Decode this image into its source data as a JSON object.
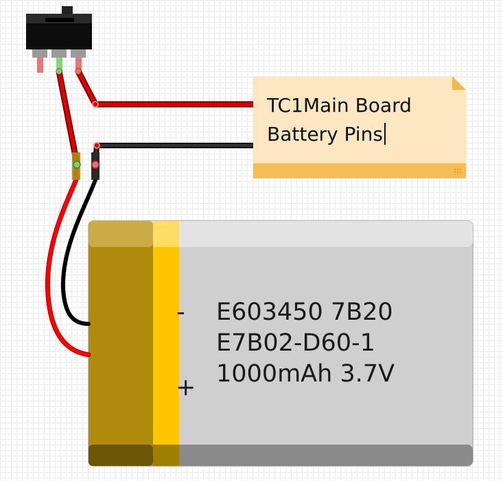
{
  "note": {
    "line1": "TC1Main Board",
    "line2": "Battery Pins"
  },
  "battery": {
    "lines": [
      "E603450 7B20",
      "E7B02-D60-1",
      "1000mAh 3.7V"
    ],
    "negative_symbol": "-",
    "positive_symbol": "+"
  },
  "colors": {
    "wire_red": "#e00000",
    "wire_black": "#111111",
    "battery_body": "#cfcfcf",
    "battery_terminal": "#b08a0c",
    "battery_stripe": "#ffc600",
    "note_bg": "#fde7c2",
    "note_bar": "#f6bd55"
  }
}
